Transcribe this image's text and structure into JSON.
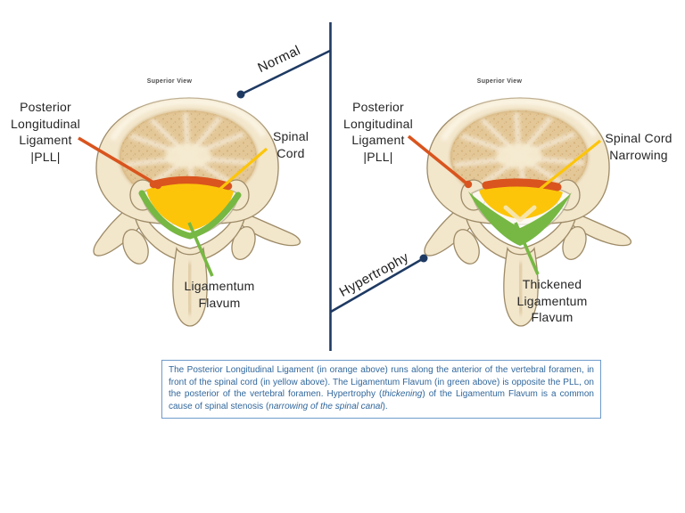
{
  "colors": {
    "navy": "#1e3a63",
    "orange": "#d9541e",
    "yellow": "#fcc50a",
    "green": "#76b843",
    "note_text": "#31679c",
    "note_border": "#6f9bc9"
  },
  "left_panel": {
    "view_caption": "Superior View",
    "state_label": "Normal",
    "pll_label": "Posterior\nLongitudinal\nLigament\n|PLL|",
    "cord_label": "Spinal\nCord",
    "flavum_label": "Ligamentum\nFlavum"
  },
  "right_panel": {
    "view_caption": "Superior View",
    "state_label": "Hypertrophy",
    "pll_label": "Posterior\nLongitudinal\nLigament\n|PLL|",
    "cord_label": "Spinal Cord\nNarrowing",
    "flavum_label": "Thickened\nLigamentum\nFlavum"
  },
  "note": {
    "segments": [
      {
        "text": "The Posterior Longitudinal Ligament (in orange above) runs along the anterior of the vertebral foramen, in front of the spinal cord (in yellow above).  The Ligamentum Flavum (in green above) is opposite the PLL, on the posterior of the vertebral foramen. Hypertrophy (",
        "italic": false
      },
      {
        "text": "thickening",
        "italic": true
      },
      {
        "text": ") of the Ligamentum Flavum is a common cause of spinal stenosis (",
        "italic": false
      },
      {
        "text": "narrowing of the spinal canal",
        "italic": true
      },
      {
        "text": ").",
        "italic": false
      }
    ]
  }
}
